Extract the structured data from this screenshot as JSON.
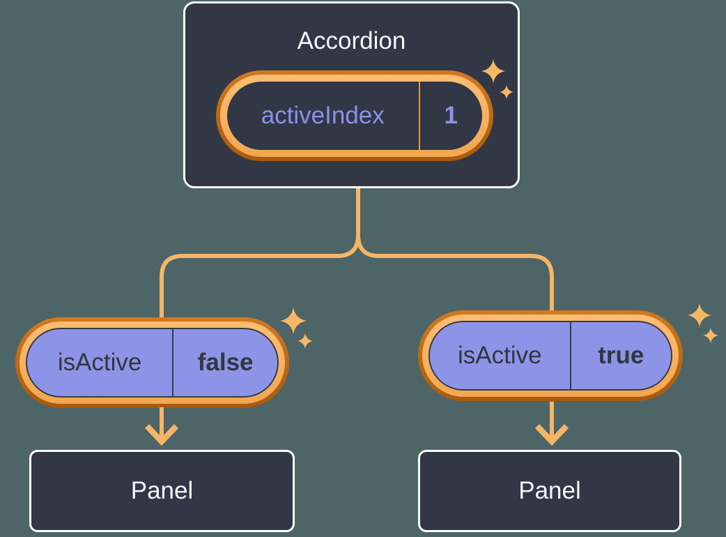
{
  "diagram_title": "Accordion state diagram",
  "accordion": {
    "title": "Accordion",
    "state_pill": {
      "label": "activeIndex",
      "value": "1"
    }
  },
  "branches": [
    {
      "prop_pill": {
        "label": "isActive",
        "value": "false"
      },
      "panel": {
        "title": "Panel"
      }
    },
    {
      "prop_pill": {
        "label": "isActive",
        "value": "true"
      },
      "panel": {
        "title": "Panel"
      }
    }
  ],
  "icons": {
    "sparkle": "four-point-star",
    "arrow": "arrow-down"
  },
  "colors": {
    "background": "#4d6567",
    "card_background": "#313745",
    "card_border": "#ffffff",
    "connector_orange": "#f6b566",
    "ring_orange_dark": "#b56310",
    "ring_orange_light": "#f8b763",
    "pill_purple": "#8d94e8",
    "purple_text": "#8a92e9",
    "dark_text": "#31373f",
    "light_text": "#f4f6f9",
    "sparkle": "#f7b766"
  }
}
